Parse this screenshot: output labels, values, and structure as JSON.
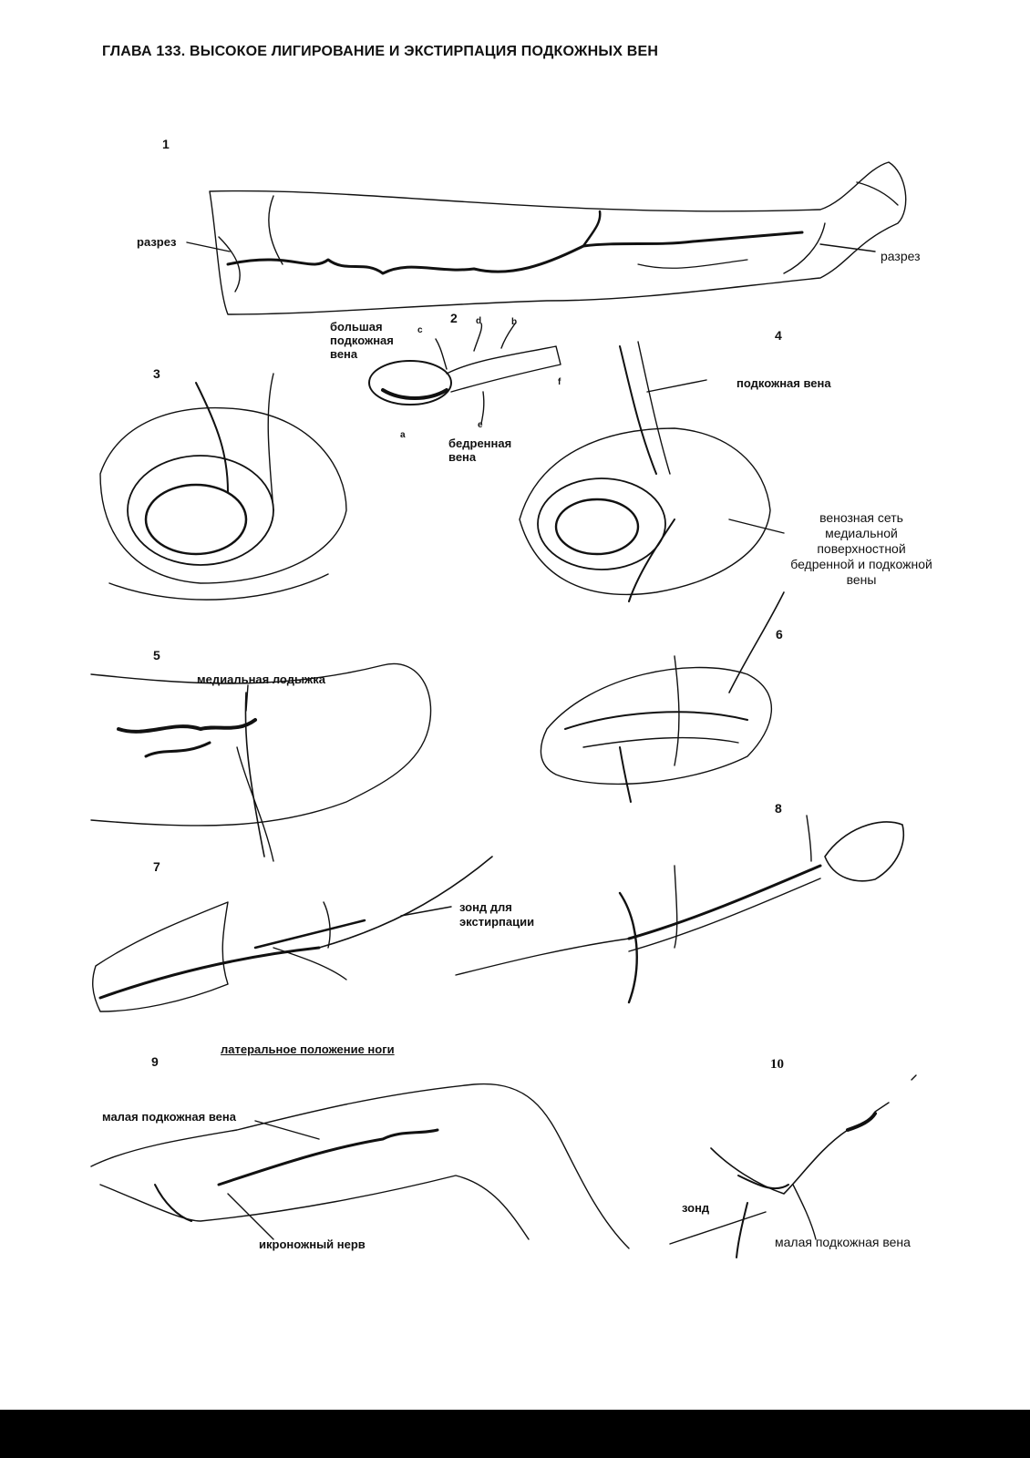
{
  "header": {
    "title": "ГЛАВА 133. ВЫСОКОЕ ЛИГИРОВАНИЕ И ЭКСТИРПАЦИЯ ПОДКОЖНЫХ ВЕН"
  },
  "figures": {
    "f1": {
      "number": "1",
      "label_left": "разрез",
      "label_right": "разрез"
    },
    "f2": {
      "number": "2",
      "label_vein_1": "большая",
      "label_vein_2": "подкожная",
      "label_vein_3": "вена",
      "label_femoral_1": "бедренная",
      "label_femoral_2": "вена",
      "letters": [
        "a",
        "b",
        "c",
        "d",
        "e",
        "f"
      ]
    },
    "f3": {
      "number": "3"
    },
    "f4": {
      "number": "4",
      "label_vein": "подкожная вена",
      "label_net_1": "венозная сеть",
      "label_net_2": "медиальной",
      "label_net_3": "поверхностной",
      "label_net_4": "бедренной и подкожной",
      "label_net_5": "вены"
    },
    "f5": {
      "number": "5",
      "label": "медиальная лодыжка"
    },
    "f6": {
      "number": "6"
    },
    "f7": {
      "number": "7",
      "label_1": "зонд для",
      "label_2": "экстирпации"
    },
    "f8": {
      "number": "8"
    },
    "f9": {
      "number": "9",
      "caption": "латеральное положение ноги",
      "label_vein": "малая подкожная вена",
      "label_nerve": "икроножный нерв"
    },
    "f10": {
      "number": "10",
      "label_probe": "зонд",
      "label_vein": "малая подкожная вена"
    }
  },
  "colors": {
    "ink": "#111111",
    "paper": "#ffffff",
    "bar": "#000000"
  }
}
